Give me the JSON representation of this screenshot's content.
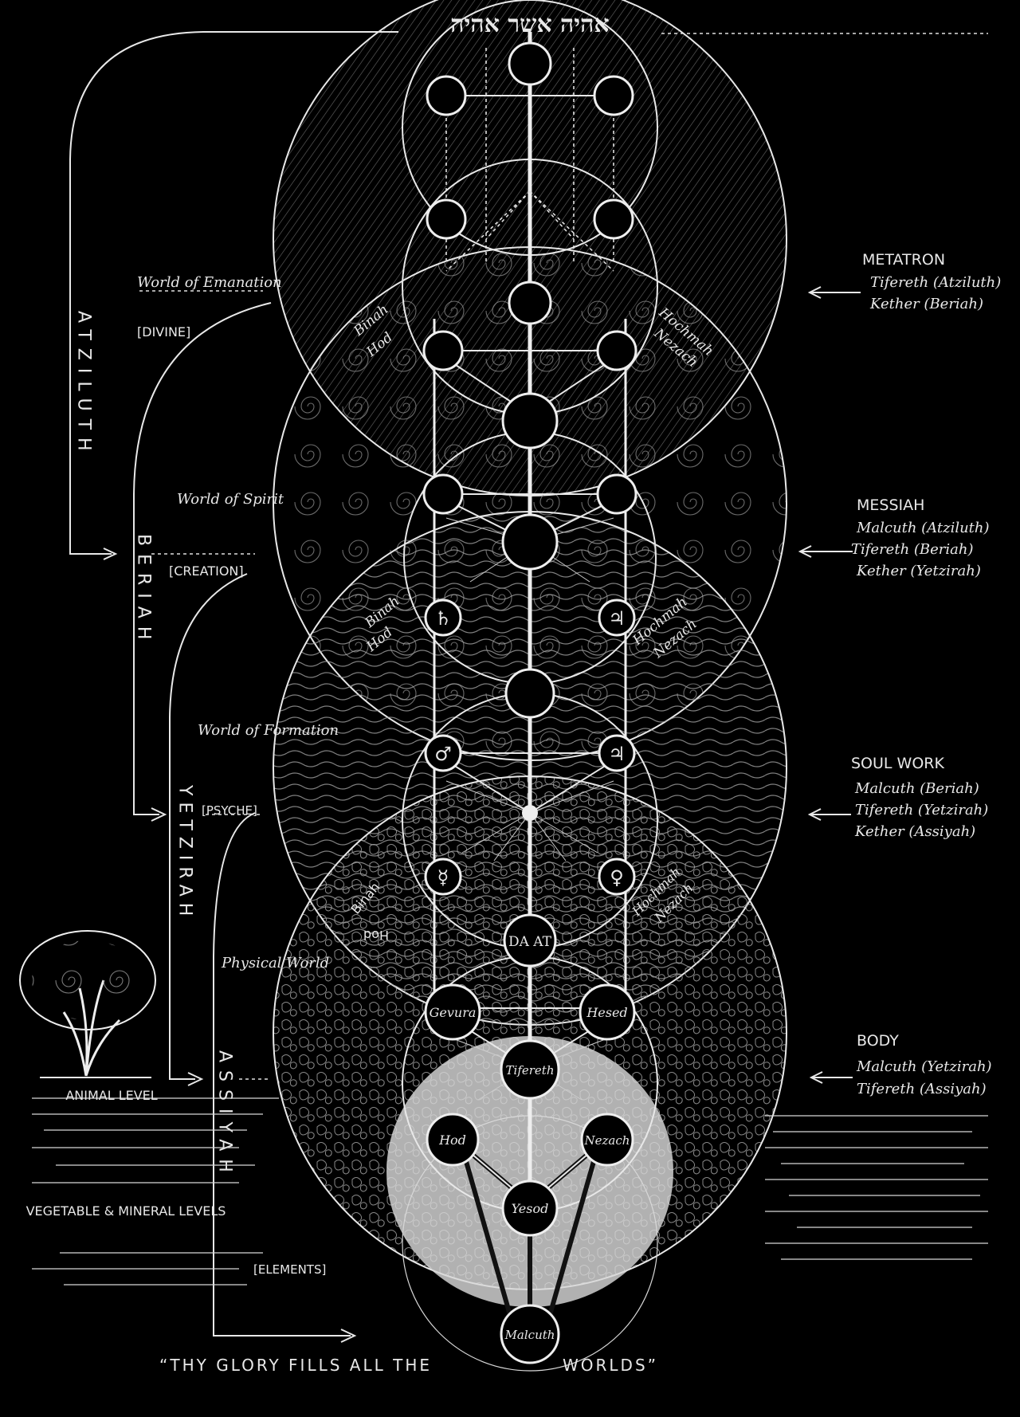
{
  "header": {
    "hebrew": "אהיה אשר אהיה"
  },
  "worlds": [
    {
      "title": "World of Emanation",
      "bracket": "[DIVINE]",
      "vertical": "ATZILUTH"
    },
    {
      "title": "World of Spirit",
      "bracket": "[CREATION]",
      "vertical": "BERIAH"
    },
    {
      "title": "World of Formation",
      "bracket": "[PSYCHE]",
      "vertical": "YETZIRAH"
    },
    {
      "title": "Physical World",
      "bracket": "[ELEMENTS]",
      "vertical": "ASSIYAH"
    }
  ],
  "right_labels": [
    {
      "heading": "METATRON",
      "lines": [
        "Tifereth (Atziluth)",
        "Kether (Beriah)"
      ]
    },
    {
      "heading": "MESSIAH",
      "lines": [
        "Malcuth (Atziluth)",
        "Tifereth (Beriah)",
        "Kether (Yetzirah)"
      ]
    },
    {
      "heading": "SOUL WORK",
      "lines": [
        "Malcuth (Beriah)",
        "Tifereth (Yetzirah)",
        "Kether (Assiyah)"
      ]
    },
    {
      "heading": "BODY",
      "lines": [
        "Malcuth (Yetzirah)",
        "Tifereth (Assiyah)"
      ]
    }
  ],
  "pair_labels": [
    {
      "left1": "Binah",
      "left2": "Hod",
      "right1": "Hochmah",
      "right2": "Nezach"
    },
    {
      "left1": "Binah",
      "left2": "Hod",
      "right1": "Hochmah",
      "right2": "Nezach"
    },
    {
      "left1": "Binah",
      "left2": "Hod",
      "right1": "Hochmah",
      "right2": "Nezach"
    }
  ],
  "sefirot": {
    "daat": "DA AT",
    "gevura": "Gevura",
    "hesed": "Hesed",
    "tifereth": "Tifereth",
    "hod": "Hod",
    "nezach": "Nezach",
    "yesod": "Yesod",
    "malcuth": "Malcuth"
  },
  "planets": [
    "♄",
    "♃",
    "♂",
    "♃",
    "☿",
    "♀"
  ],
  "levels": {
    "animal": "ANIMAL LEVEL",
    "vegetable": "VEGETABLE & MINERAL LEVELS"
  },
  "footer": {
    "quote_left": "“THY GLORY FILLS ALL THE",
    "quote_right": "WORLDS”"
  },
  "colors": {
    "background": "#000000",
    "ink": "#e8e8e8"
  }
}
